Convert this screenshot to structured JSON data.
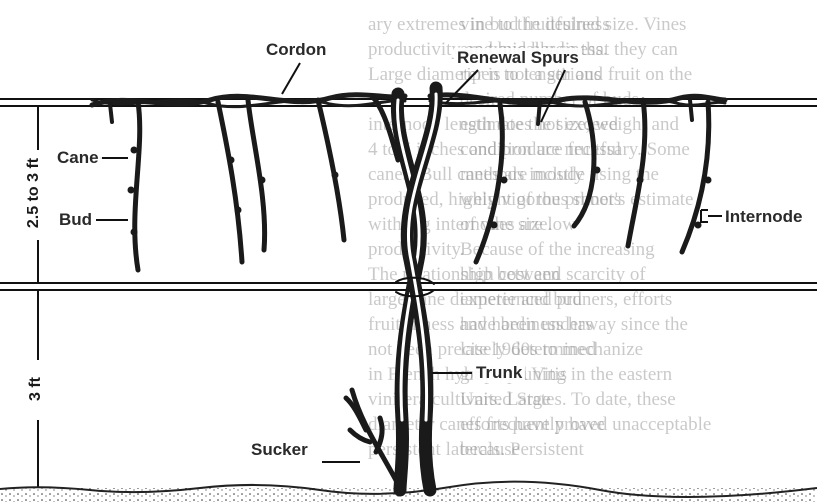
{
  "labels": {
    "cordon": "Cordon",
    "renewal_spurs": "Renewal Spurs",
    "cane": "Cane",
    "bud": "Bud",
    "internode": "Internode",
    "trunk": "Trunk",
    "sucker": "Sucker"
  },
  "dimensions": {
    "upper": "2.5 to 3 ft",
    "lower": "3 ft"
  },
  "bleed_through_text": {
    "left_column": [
      "ary extremes in bud fruitfulness",
      "productivity and bud hardiness.",
      "Large diameter is not a serious",
      "",
      "internode length does not exceed",
      "4 to 5 inches and produce fruitful",
      "canes. Bull canes are mostly",
      "produced, highly vigorous shoots",
      "with big internodes are low",
      "productivity.",
      "The relationship between",
      "large cane diameter and bud",
      "fruitfulness and hardiness has",
      "not been precisely determined",
      "in French hybrid and Vitis",
      "vinifera cultivars. Large",
      "diameter canes frequently have",
      "persistent laterals. Persistent"
    ],
    "right_column": [
      "vine to the desired size. Vines",
      "are typically so that they can",
      "ripen to length and fruit on the",
      "desired number of buds.",
      "estimate the size, weight and",
      "condition are necessary. Some",
      "methods include using the",
      "weight of the pruner's estimate",
      "of vine size.",
      "Because of the increasing",
      "high cost and scarcity of",
      "experienced pruners, efforts",
      "have been underway since the",
      "late 1960s to mechanize",
      "grape pruning in the eastern",
      "United States. To date, these",
      "efforts have proved unacceptable",
      "because"
    ]
  }
}
